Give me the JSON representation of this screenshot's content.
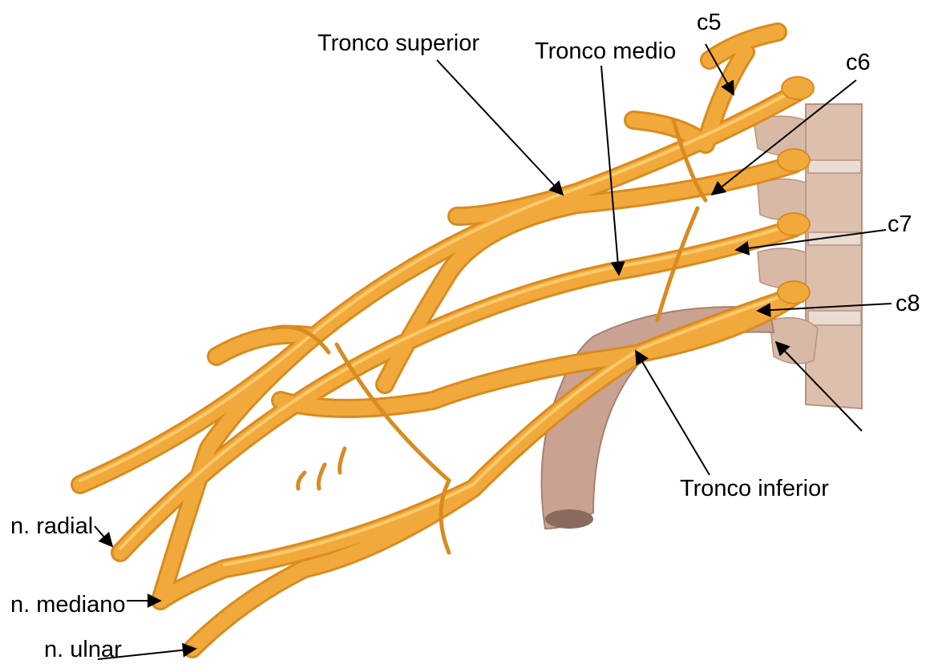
{
  "labels": {
    "c5": "c5",
    "c6": "c6",
    "c7": "c7",
    "c8": "c8",
    "tronco_superior": "Tronco superior",
    "tronco_medio": "Tronco medio",
    "tronco_inferior": "Tronco inferior",
    "radial": "n. radial",
    "mediano": "n. mediano",
    "ulnar": "n. ulnar"
  },
  "colors": {
    "nerve": "#f2a93b",
    "nerve_dark": "#d98b1f",
    "nerve_light": "#fbd27a",
    "bone": "#d8b9a6",
    "bone_dark": "#b8927e",
    "arrow": "#000000"
  }
}
